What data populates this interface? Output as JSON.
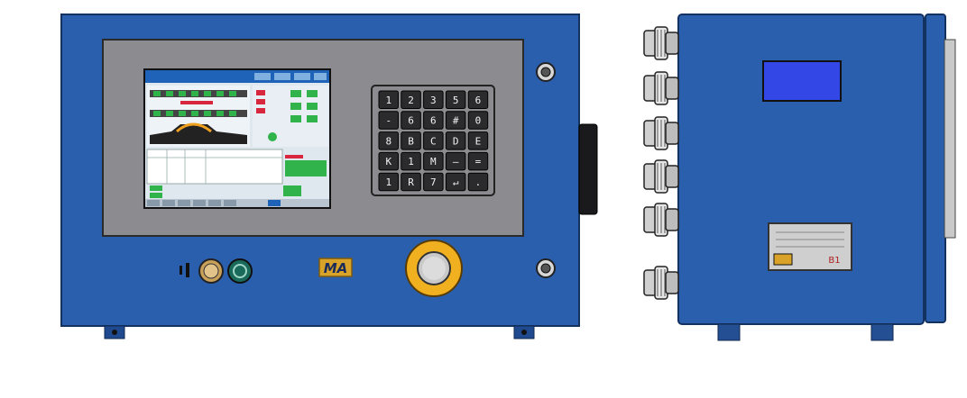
{
  "colors": {
    "enclosure_blue": "#2a5fae",
    "enclosure_edge": "#1b3f78",
    "panel_gray": "#8c8c90",
    "keypad_dark": "#2b2b2e",
    "lcd_blue": "#3347e6",
    "estop_yellow": "#f0b020",
    "ma_badge": "#d9a32a"
  },
  "badge": {
    "text": "MA"
  },
  "keypad": {
    "keys": [
      [
        "1",
        "2",
        "3",
        "5",
        "6"
      ],
      [
        "-",
        "6",
        "6",
        "#",
        "0"
      ],
      [
        "8",
        "B",
        "C",
        "D",
        "E"
      ],
      [
        "K",
        "1",
        "M",
        "—",
        "="
      ],
      [
        "1",
        "R",
        "7",
        "↵",
        "."
      ]
    ]
  },
  "nameplate": {
    "code": "B1"
  },
  "icons": {
    "front_screws": "screw-icon",
    "buzzer": "sound-icon",
    "lamp": "power-icon",
    "estop": "emergency-stop-icon"
  }
}
